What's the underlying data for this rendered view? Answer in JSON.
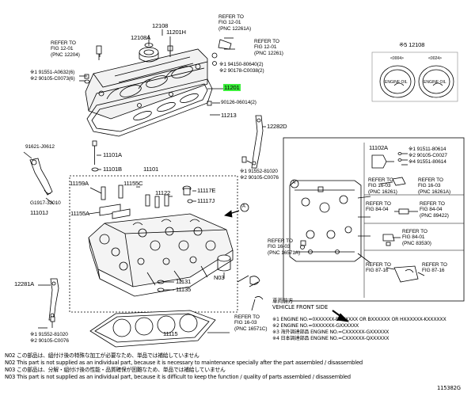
{
  "refs": {
    "r12204": "REFER TO\nFIG 12-01\n(PNC 12204)",
    "r12261A": "REFER TO\nFIG 12-01\n(PNC 12261A)",
    "r12261": "REFER TO\nFIG 12-01\n(PNC 12261)"
  },
  "parts": {
    "p12108": "12108",
    "p12108A": "12108A",
    "p11201H": "11201H",
    "p91551A": "※1 91551-A0632(6)",
    "p90105_73": "※2 90105-C0073(6)",
    "p94150": "※1 94150-80640(2)",
    "p90178": "※2 90178-C0038(2)",
    "p11201": "11201",
    "p90126": "90126-06014(2)",
    "p11213": "11213",
    "p12282D": "12282D",
    "p91621": "91621-J0612",
    "p11101A": "11101A",
    "p11101B": "11101B",
    "p11101": "11101",
    "p91552": "※1 91552-81020",
    "p90105_76": "※2 90105-C0076",
    "p11159A": "11159A",
    "p11155C": "11155C",
    "p11122": "11122",
    "p11117E": "11117E",
    "p11117J": "11117J",
    "p11155A": "11155A",
    "pG1917": "G1917-32010",
    "p11101J": "11101J",
    "p11131": "11131",
    "p11135": "11135",
    "pN03": "N03",
    "p12281A": "12281A",
    "p91552b": "※1 91552-81020",
    "p90105b": "※2 90105-C0076",
    "p11115": "11115"
  },
  "cap": {
    "title": "※5 12108",
    "left_label": "<0004>",
    "right_label": "<0024>",
    "left_text": "ENGINE OIL",
    "right_text": "ENGINE OIL"
  },
  "inset": {
    "p11102A": "11102A",
    "p91511_614a": "※1 91511-80614",
    "p90105_27": "※2 90105-C0027",
    "p91511_614b": "※4 91551-80614",
    "r16261": "REFER TO\nFIG 16-03\n(PNC 16261)",
    "r16261A": "REFER TO\nFIG 16-03\n(PNC 16261A)",
    "r89422a": "REFER TO\nFIG 84-04",
    "r89422b": "REFER TO\nFIG 84-04\n(PNC 89422)",
    "r83530": "REFER TO\nFIG 84-01\n(PNC 83530)",
    "r8716a": "REFER TO\nFIG 87-16",
    "r8716b": "REFER TO\nFIG 87-16",
    "marker": "A"
  },
  "lower_refs": {
    "r16571A": "REFER TO\nFIG 16-03\n(PNC 16571A)",
    "r16571C": "REFER TO\nFIG 16-03\n(PNC 16571C)"
  },
  "vfs": {
    "jp": "車両前方",
    "en": "VEHICLE FRONT SIDE"
  },
  "engine_notes": [
    "※1 ENGINE NO.=0XXXXXX-BXXXXXX OR BXXXXXX OR HXXXXXX-KXXXXXX",
    "※2 ENGINE NO.=0XXXXXX-GXXXXXX",
    "※3 海外調達部品 ENGINE NO.=CXXXXXX-GXXXXXX",
    "※4 日本調達部品 ENGINE NO.=CXXXXXX-QXXXXXX"
  ],
  "footnotes": [
    "N02  この部品は、組付け後の特殊な加工が必要なため、単品では補給していません",
    "N02  This part is not supplied as an individual part, because it is necessary to maintenance specially after the part assembled / disassembled",
    "N03  この部品は、分解・組付け後の性能・品質確保が困難なため、単品では補給していません",
    "N03  This part is not supplied as an individual part, because it is difficult to keep the function / quality of parts  assembled / disassembled"
  ],
  "figure_id": "115382G",
  "marker_a": "A"
}
